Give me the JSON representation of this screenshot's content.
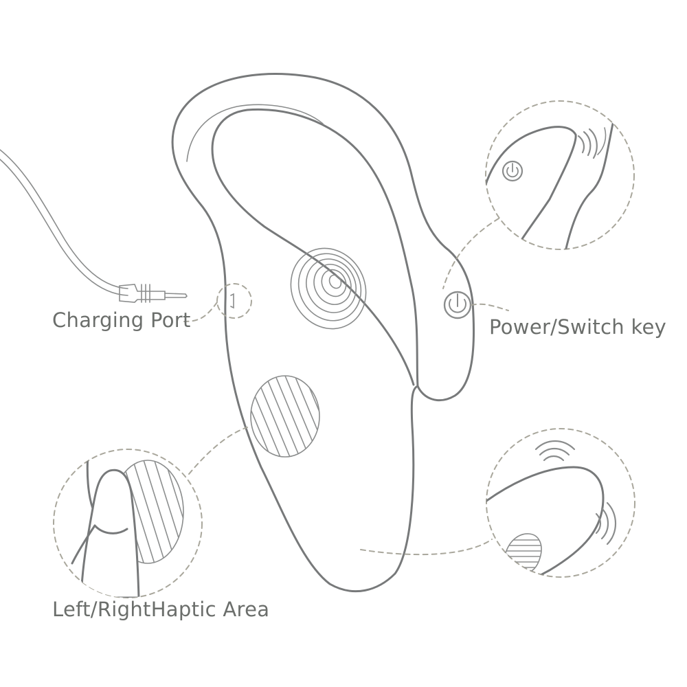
{
  "labels": {
    "charging_port": "Charging Port",
    "power_switch_key": "Power/Switch key",
    "haptic_area": "Left/RightHaptic Area"
  },
  "colors": {
    "line": "#77797a",
    "dashed_callout": "#a9a79c",
    "text": "#6b6e6b",
    "background": "#ffffff"
  }
}
